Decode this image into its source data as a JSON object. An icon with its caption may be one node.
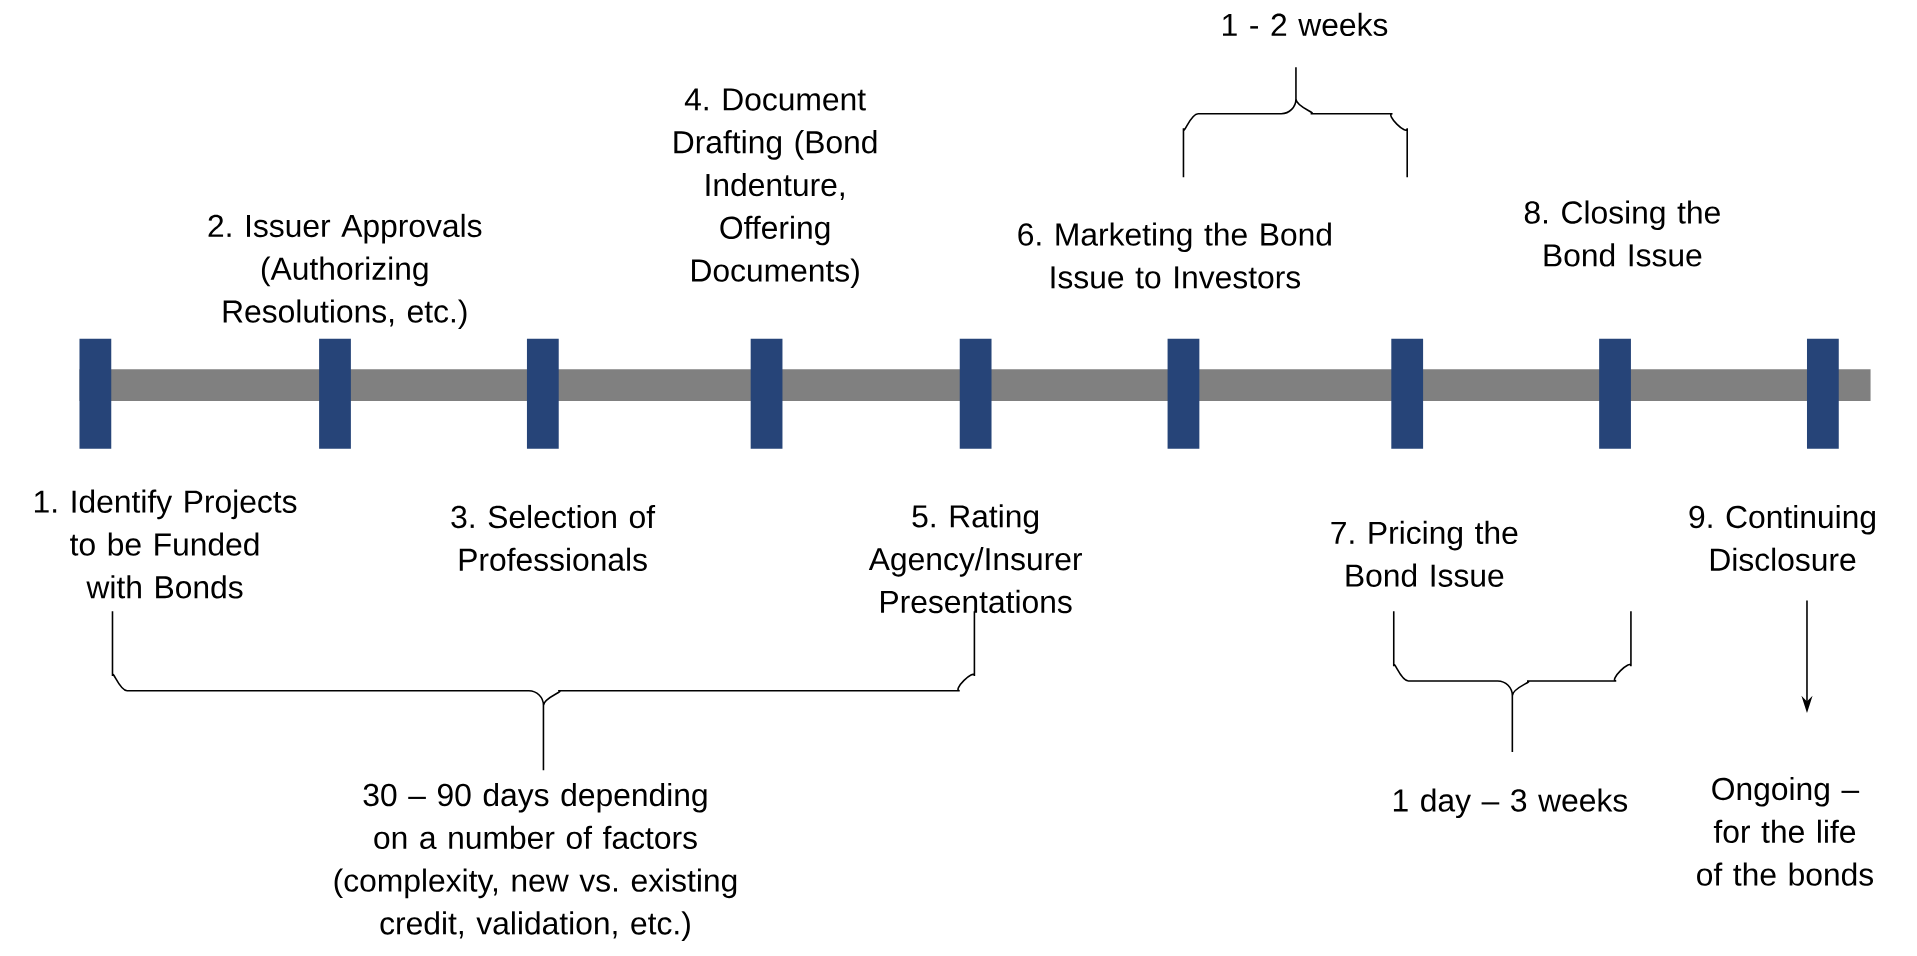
{
  "diagram": {
    "nodes": [
      {
        "text": [
          "1. Identify  Projects to be Funded with Bonds"
        ]
      },
      {
        "text": [
          "2. Issuer Approvals (Authorizing Resolutions, etc.)"
        ]
      },
      {
        "text": [
          "3. Selection of Professionals"
        ]
      },
      {
        "text": [
          "4. Document Drafting (Bond Indenture, Offering Documents)"
        ]
      },
      {
        "text": [
          "5. Rating Agency/Insurer Presentations"
        ]
      },
      {
        "text": [
          "6. Marketing the Bond Issue to Investors"
        ]
      },
      {
        "text": [
          "7. Pricing the Bond Issue"
        ]
      },
      {
        "text": [
          "8. Closing the Bond Issue"
        ]
      },
      {
        "text": [
          "9. Continuing Disclosure"
        ]
      },
      {
        "text": [
          "Ongoing – for the life of the bonds"
        ]
      }
    ],
    "edges": [
      {
        "from": 8,
        "to": 9,
        "arrow": "to"
      }
    ],
    "labels": [
      "1 - 2 weeks",
      "30 – 90 days depending on a number of factors (complexity, new vs. existing credit, validation, etc.)",
      "1 day – 3 weeks"
    ]
  }
}
